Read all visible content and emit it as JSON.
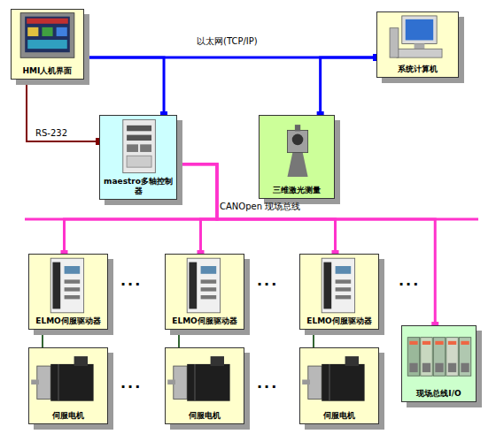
{
  "diagram": {
    "nodes": [
      {
        "text": [
          "HMI人机界面"
        ]
      },
      {
        "text": [
          "系统计算机"
        ]
      },
      {
        "text": [
          "maestro多轴控制器"
        ]
      },
      {
        "text": [
          "三维激光测量"
        ]
      },
      {
        "text": [
          "ELMO伺服驱动器"
        ]
      },
      {
        "text": [
          "ELMO伺服驱动器"
        ]
      },
      {
        "text": [
          "ELMO伺服驱动器"
        ]
      },
      {
        "text": [
          "伺服电机"
        ]
      },
      {
        "text": [
          "伺服电机"
        ]
      },
      {
        "text": [
          "伺服电机"
        ]
      },
      {
        "text": [
          "现场总线I/O"
        ]
      }
    ],
    "edges": [
      {
        "from": 0,
        "to": 1,
        "label": "以太网(TCP/IP)",
        "arrow": "none"
      },
      {
        "from": 2,
        "to": 0,
        "arrow": "none"
      },
      {
        "from": 3,
        "to": 1,
        "arrow": "none"
      },
      {
        "from": 0,
        "to": 2,
        "label": "RS-232",
        "arrow": "none"
      },
      {
        "from": 2,
        "to": 4,
        "label": "CANOpen 现场总线",
        "arrow": "none"
      },
      {
        "from": 2,
        "to": 5,
        "arrow": "none"
      },
      {
        "from": 2,
        "to": 6,
        "arrow": "none"
      },
      {
        "from": 2,
        "to": 10,
        "arrow": "none"
      },
      {
        "from": 4,
        "to": 7,
        "arrow": "none"
      },
      {
        "from": 5,
        "to": 8,
        "arrow": "none"
      },
      {
        "from": 6,
        "to": 9,
        "arrow": "none"
      }
    ],
    "labels": [
      "···",
      "···",
      "···",
      "···",
      "···"
    ]
  }
}
